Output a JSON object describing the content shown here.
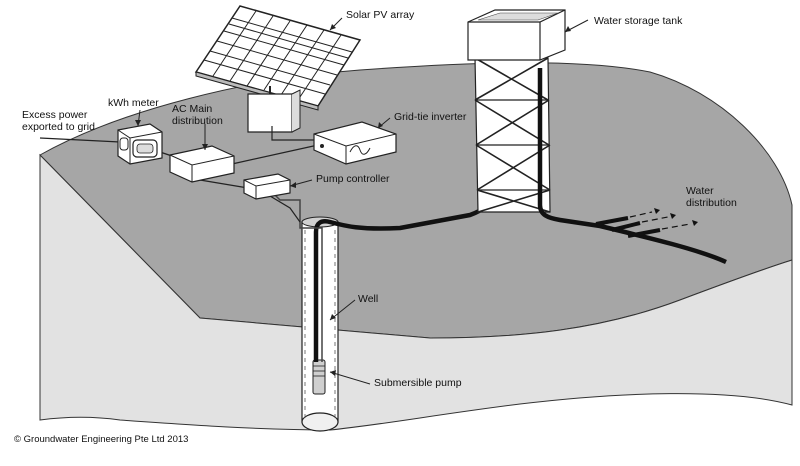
{
  "labels": {
    "solar_pv_array": "Solar PV array",
    "water_storage_tank": "Water storage tank",
    "kwh_meter": "kWh meter",
    "excess_power_line1": "Excess power",
    "excess_power_line2": "exported to grid",
    "ac_main_line1": "AC Main",
    "ac_main_line2": "distribution",
    "grid_tie_inverter": "Grid-tie inverter",
    "pump_controller": "Pump controller",
    "water_distribution_line1": "Water",
    "water_distribution_line2": "distribution",
    "well": "Well",
    "submersible_pump": "Submersible pump"
  },
  "copyright": "© Groundwater Engineering Pte Ltd 2013",
  "colors": {
    "ground_surface": "#a6a6a6",
    "ground_section": "#e2e2e2",
    "outline": "#222222",
    "pipe": "#111111",
    "equipment": "#ffffff"
  }
}
